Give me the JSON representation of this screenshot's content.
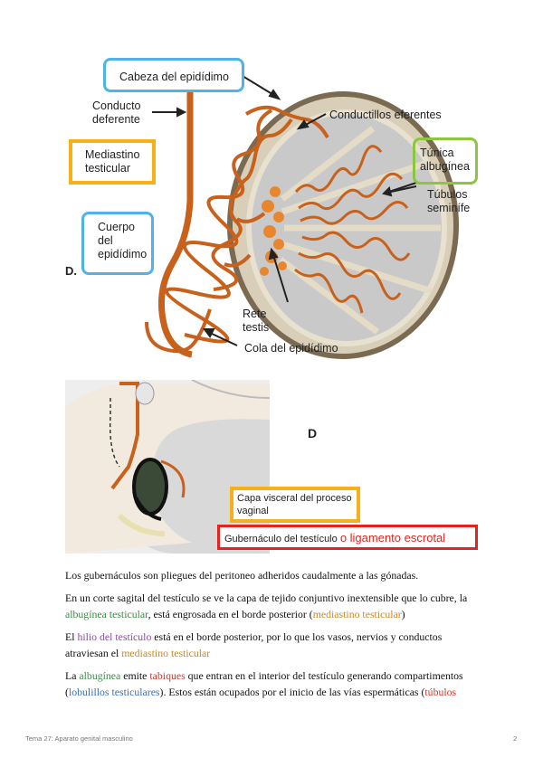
{
  "figure1": {
    "labels": {
      "cabeza": "Cabeza del epidídimo",
      "conducto": "Conducto deferente",
      "conductillos": "Conductillos eferentes",
      "mediastino": "Mediastino testicular",
      "tunica": "Túnica albugínea",
      "tubulos": "Túbulos seminífe",
      "cuerpo": "Cuerpo del epidídimo",
      "rete": "Rete testis",
      "cola": "Cola del epidídimo",
      "letter": "D."
    },
    "colors": {
      "blue_box": "#4fb3e8",
      "orange_box": "#f5b01a",
      "green_box": "#8cc63f",
      "duct": "#c8611c"
    }
  },
  "figure2": {
    "letter": "D",
    "capa": "Capa visceral del proceso vaginal",
    "gubernaculo": "Gubernáculo del testículo",
    "ligamento": "o ligamento escrotal",
    "colors": {
      "orange_box": "#f5b01a",
      "red_box": "#e3241e"
    }
  },
  "body": {
    "p1": "Los gubernáculos son pliegues del peritoneo adheridos caudalmente a las gónadas.",
    "p2a": "En un corte sagital del testículo se ve la capa de tejido conjuntivo inextensible que lo cubre, la ",
    "p2b": "albugínea testicular",
    "p2c": ", está engrosada en el borde posterior (",
    "p2d": "mediastino testicular",
    "p2e": ")",
    "p3a": "El ",
    "p3b": "hilio del testículo",
    "p3c": " está en el borde posterior, por lo que los vasos, nervios y conductos atraviesan el ",
    "p3d": "mediastino testicular",
    "p4a": "La ",
    "p4b": "albugínea",
    "p4c": " emite ",
    "p4d": "tabiques",
    "p4e": " que entran en el interior del testículo generando compartimentos (",
    "p4f": "lobulillos testiculares",
    "p4g": "). Estos están ocupados por el inicio de las vías espermáticas (",
    "p4h": "túbulos"
  },
  "footer": {
    "left": "Tema 27: Aparato genital masculino",
    "right": "2"
  }
}
